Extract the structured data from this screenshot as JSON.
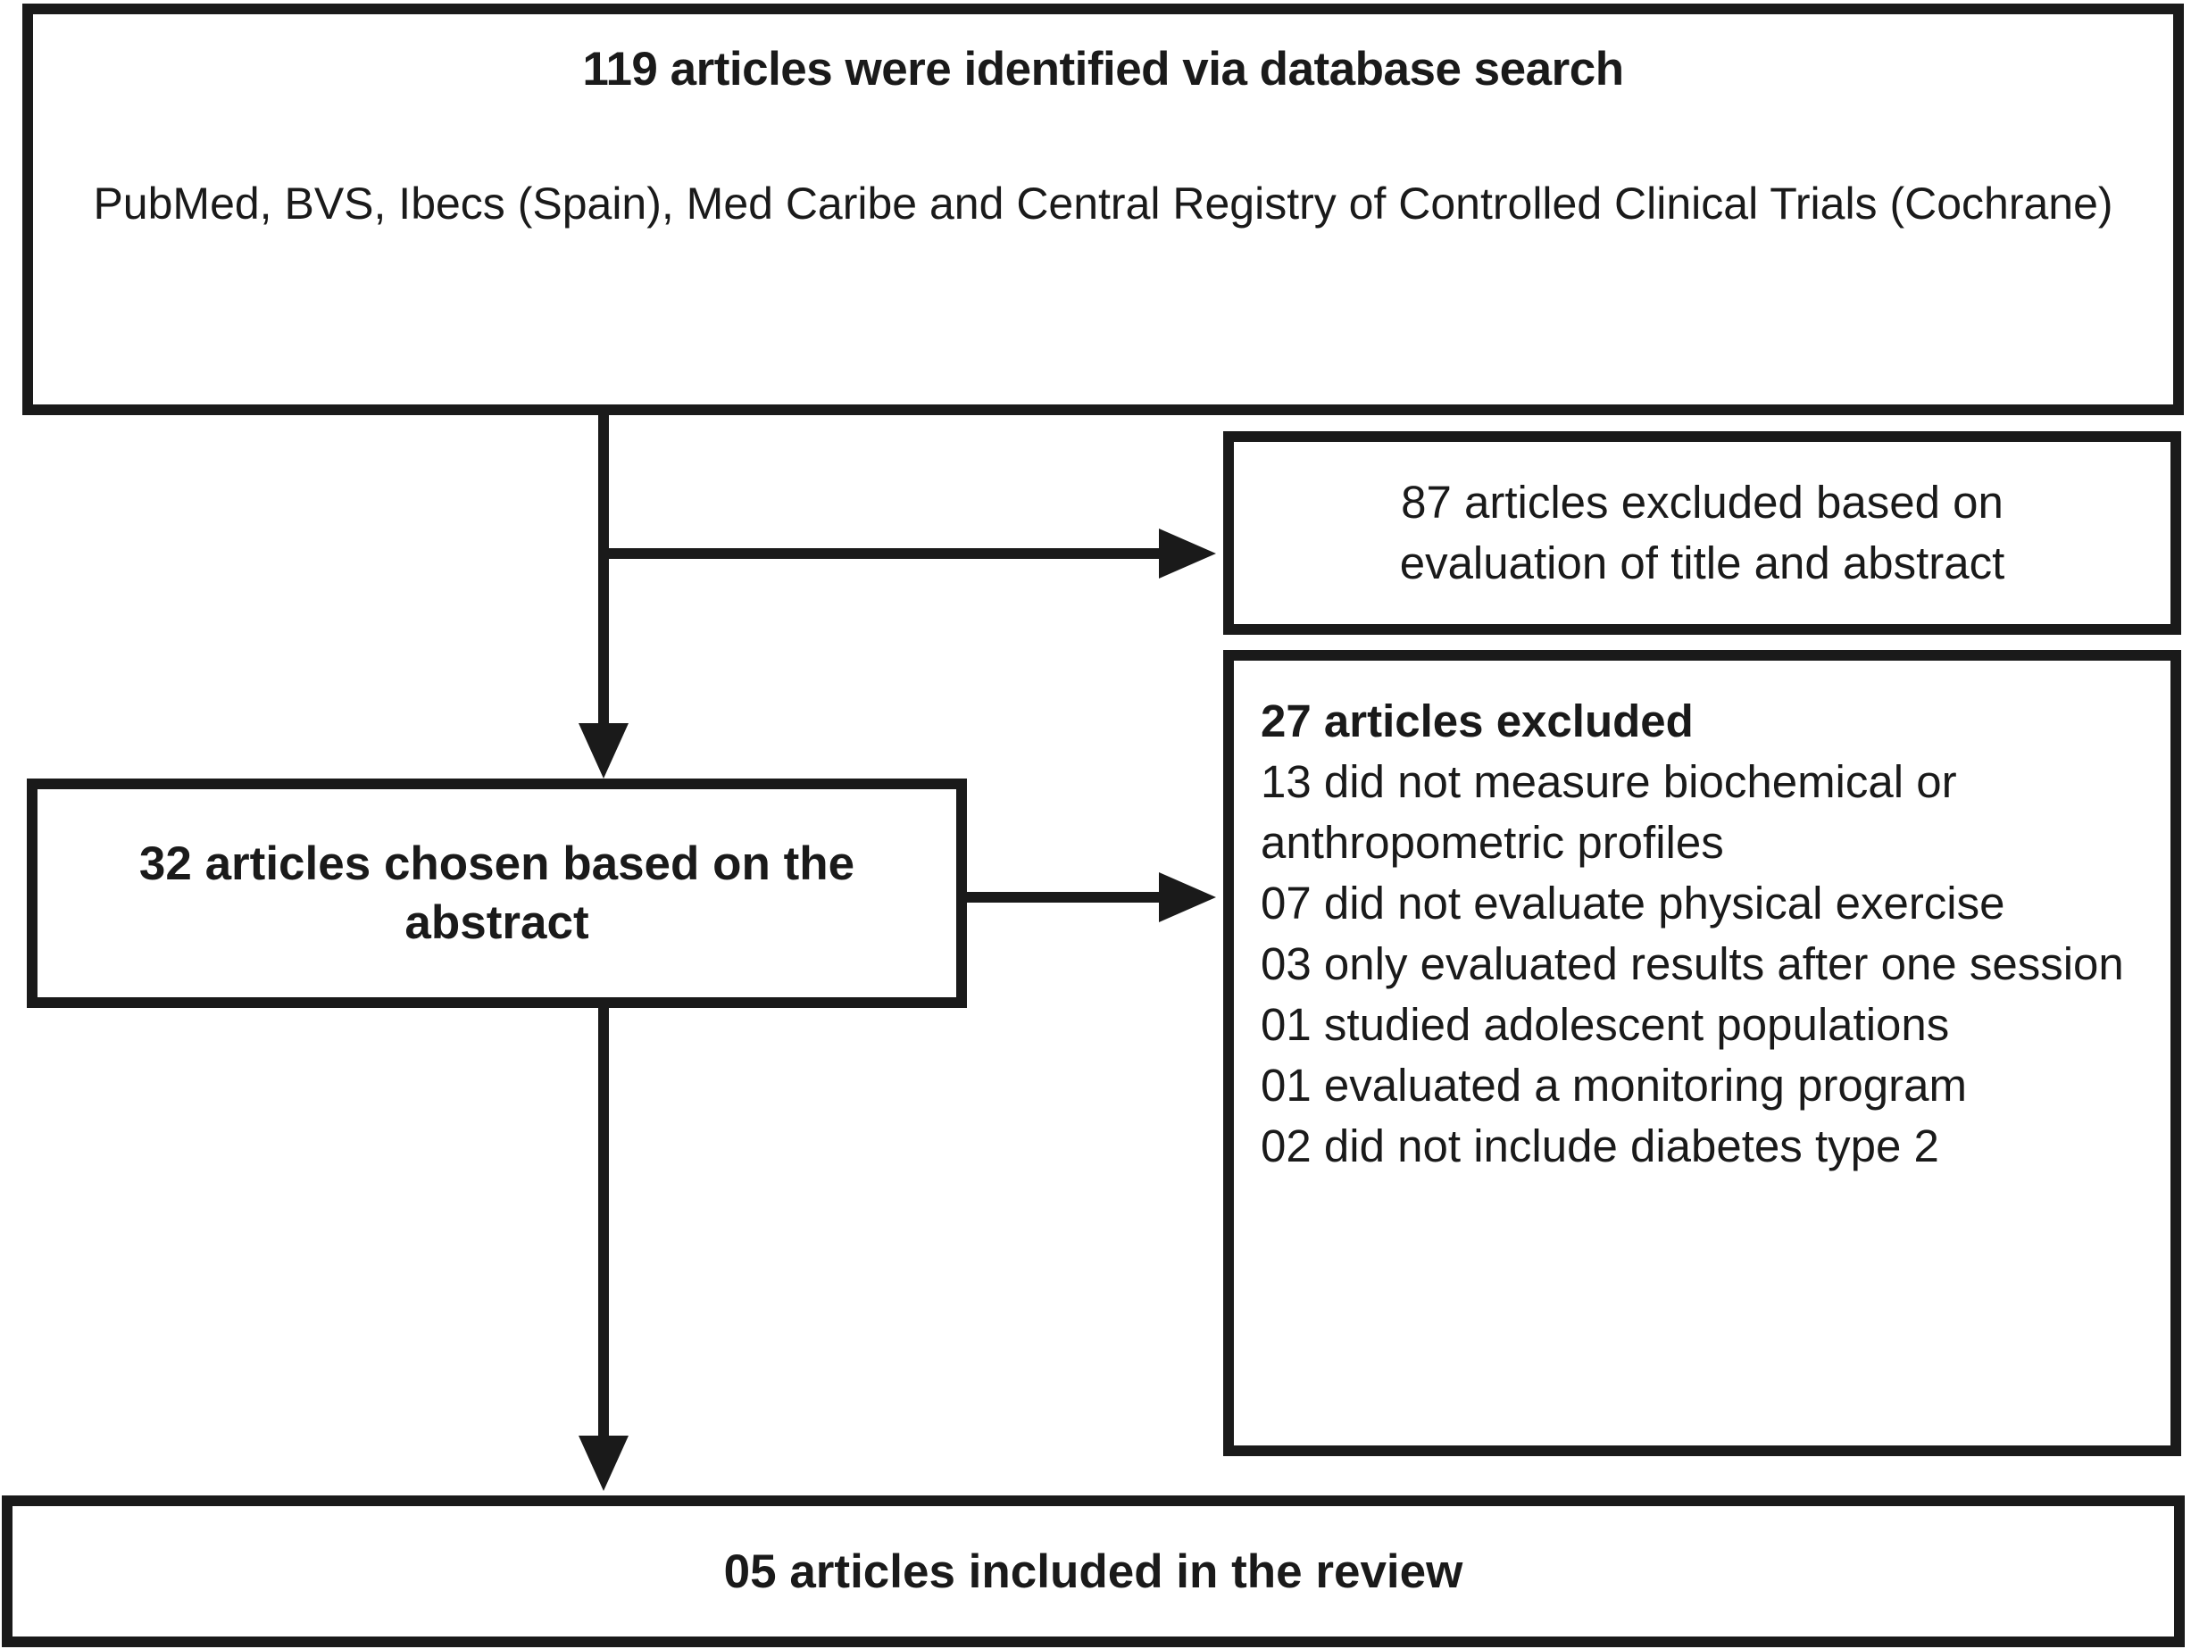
{
  "colors": {
    "stroke": "#1a1a1a",
    "background": "#ffffff"
  },
  "flowchart": {
    "identification_box": {
      "title": "119 articles were identified via database search",
      "databases": "PubMed, BVS, Ibecs (Spain), Med Caribe and Central Registry of Controlled Clinical Trials (Cochrane)"
    },
    "title_abstract_exclusion_box": {
      "text": "87 articles excluded based on evaluation of title and abstract"
    },
    "abstract_selection_box": {
      "text": "32 articles chosen based on the abstract"
    },
    "fulltext_exclusion_box": {
      "heading": "27 articles excluded",
      "reasons": [
        "13 did not measure biochemical or anthropometric profiles",
        "07 did not evaluate physical exercise",
        "03 only evaluated results after one session",
        "01 studied adolescent populations",
        "01 evaluated a monitoring program",
        "02 did not include diabetes type 2"
      ]
    },
    "inclusion_box": {
      "text": "05 articles included in the review"
    }
  }
}
